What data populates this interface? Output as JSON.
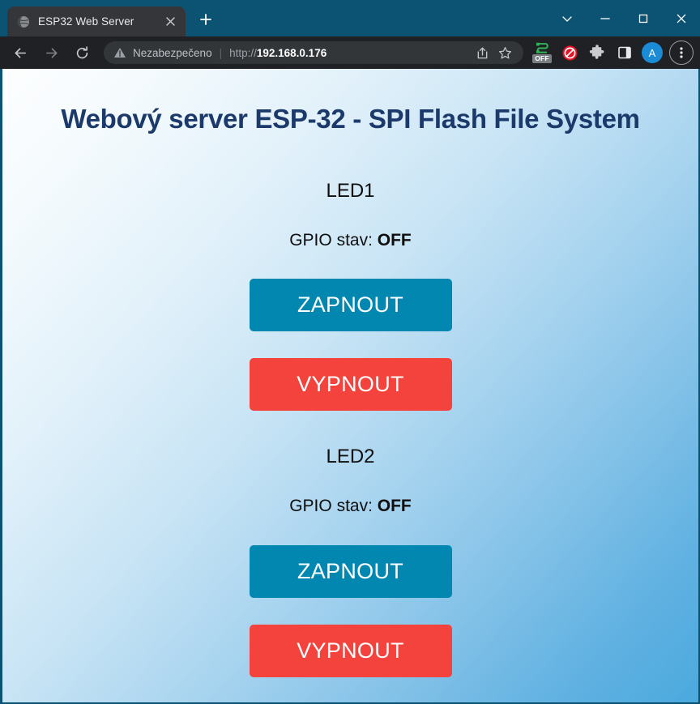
{
  "browser": {
    "tab": {
      "title": "ESP32 Web Server",
      "favicon_icon": "globe-icon",
      "close_icon": "close-icon"
    },
    "new_tab_icon": "plus-icon",
    "window_controls": {
      "tab_search_icon": "chevron-down-icon",
      "minimize_icon": "minimize-icon",
      "maximize_icon": "maximize-icon",
      "close_icon": "close-icon"
    },
    "nav": {
      "back_icon": "back-arrow-icon",
      "forward_icon": "forward-arrow-icon",
      "reload_icon": "reload-icon"
    },
    "omnibox": {
      "security_icon": "warning-triangle-icon",
      "security_label": "Nezabezpečeno",
      "separator": "|",
      "url_scheme": "http://",
      "url_host": "192.168.0.176",
      "share_icon": "share-icon",
      "bookmark_icon": "star-icon"
    },
    "extensions": [
      {
        "name": "vpn-proxy-extension",
        "icon": "vpn-icon",
        "badge": "OFF",
        "color": "#2fb457"
      },
      {
        "name": "adblock-extension",
        "icon": "block-circle-icon",
        "color": "#e81123"
      },
      {
        "name": "extensions-menu",
        "icon": "puzzle-piece-icon",
        "color": "#c9ccce"
      },
      {
        "name": "side-panel",
        "icon": "side-panel-icon",
        "color": "#e8eaed"
      }
    ],
    "profile": {
      "initial": "A",
      "color": "#1a8bd4"
    },
    "menu_icon": "three-dots-vertical-icon"
  },
  "page": {
    "title": "Webový server ESP-32 - SPI Flash File System",
    "title_color": "#1b3a6b",
    "leds": [
      {
        "label": "LED1",
        "status_prefix": "GPIO stav:",
        "status_value": "OFF",
        "button_on": "ZAPNOUT",
        "button_off": "VYPNOUT"
      },
      {
        "label": "LED2",
        "status_prefix": "GPIO stav:",
        "status_value": "OFF",
        "button_on": "ZAPNOUT",
        "button_off": "VYPNOUT"
      }
    ],
    "colors": {
      "button_on": "#0288b0",
      "button_off": "#f4433c",
      "background_start": "#fdfefe",
      "background_end": "#4ba9dd"
    }
  }
}
